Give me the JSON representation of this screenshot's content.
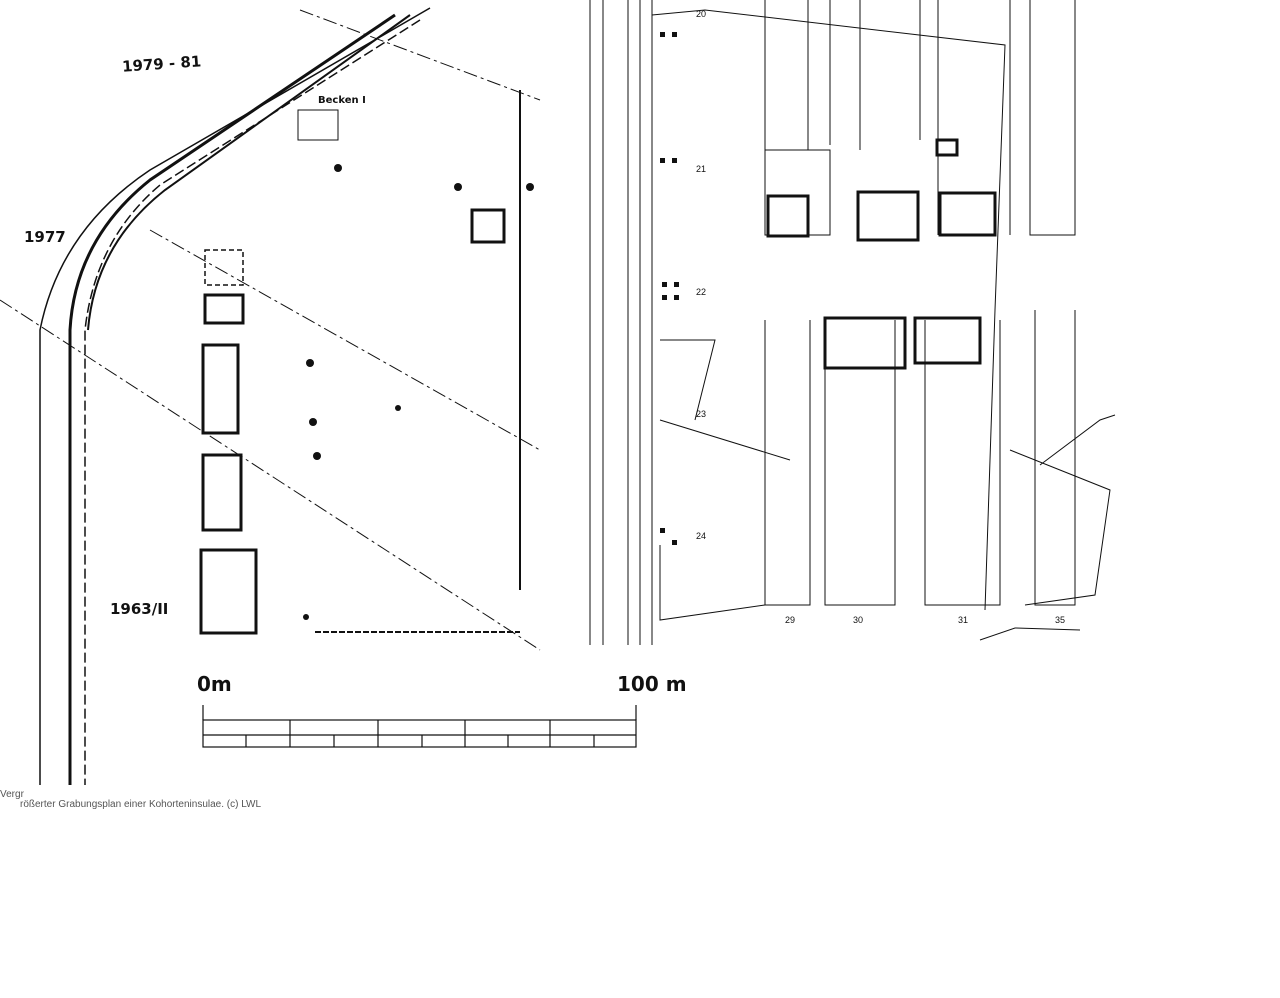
{
  "left_plan": {
    "labels": {
      "a": "1979 - 81",
      "b": "Becken I",
      "c": "1977",
      "d": "1963/II"
    },
    "scale": {
      "start": "0m",
      "end": "100 m"
    }
  },
  "right_plan": {
    "row_numbers": [
      "20",
      "21",
      "22",
      "23",
      "24"
    ],
    "column_numbers": [
      "29",
      "30",
      "31",
      "35"
    ]
  },
  "caption": {
    "line1": "Vergr",
    "line2": "rößerter Grabungsplan einer Kohorteninsulae. (c) LWL"
  }
}
